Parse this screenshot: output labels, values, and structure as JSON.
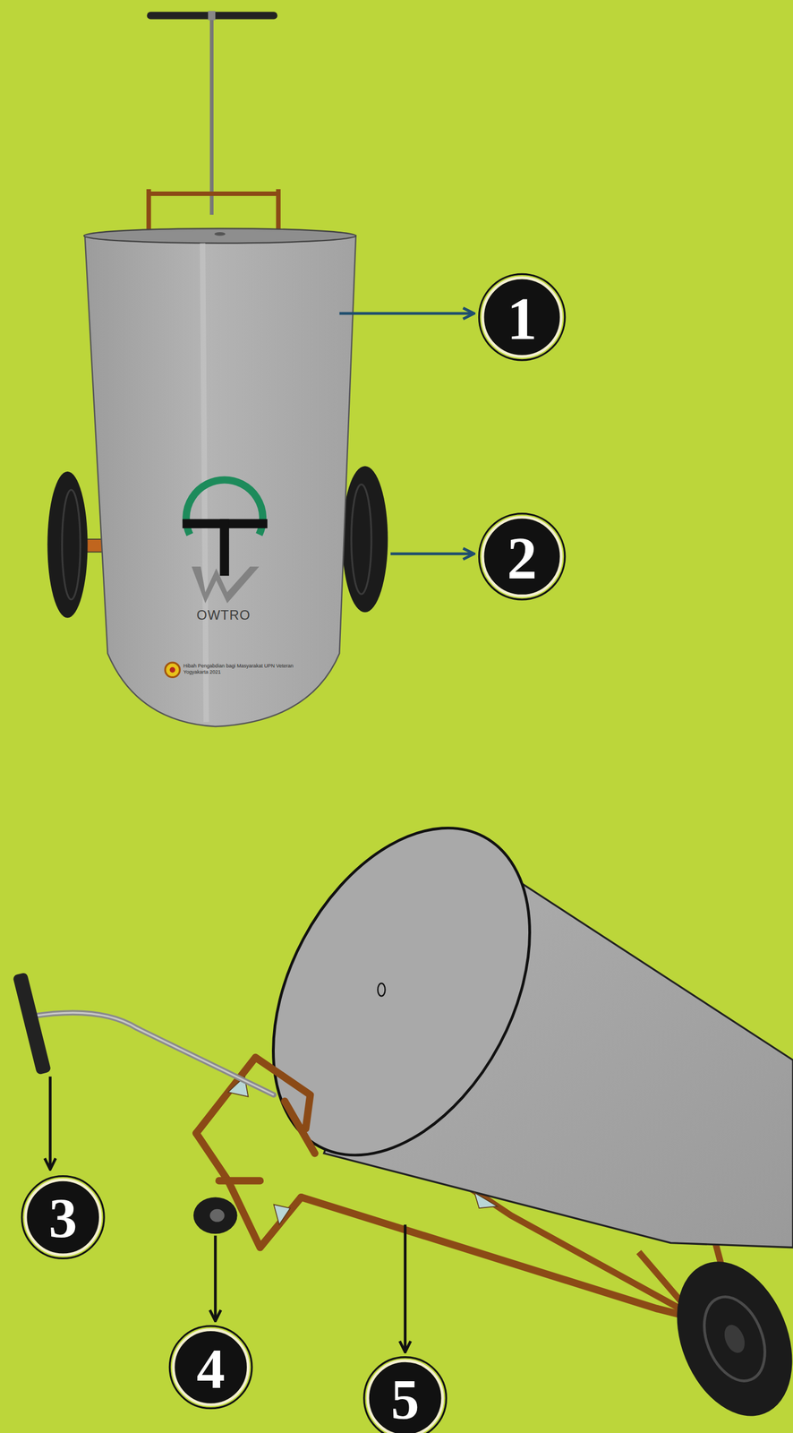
{
  "diagram": {
    "labels": [
      "1",
      "2",
      "OWTRO",
      "Hibah Pengabdian bagi Masyarakat UPN Veteran Yogyakarta 2021",
      "3",
      "4",
      "5"
    ]
  }
}
